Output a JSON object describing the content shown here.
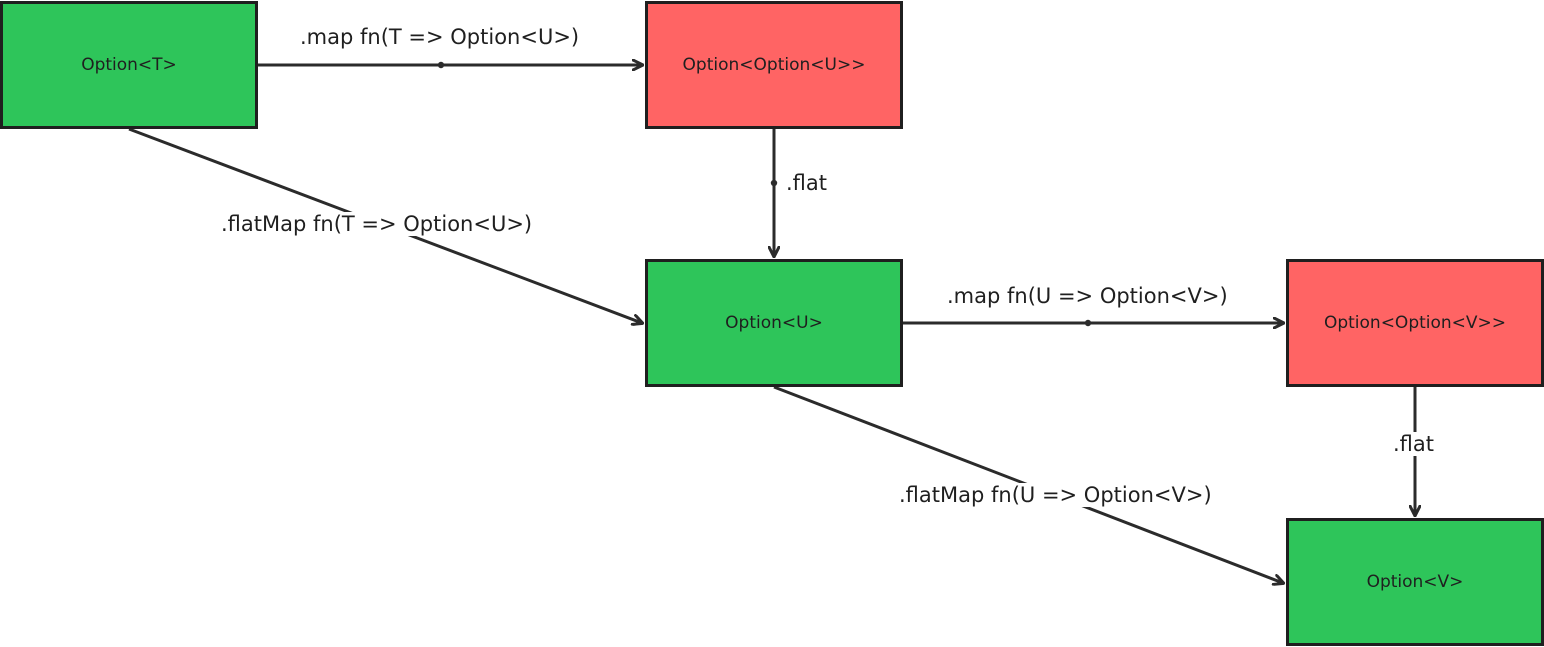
{
  "colors": {
    "valid_node": "#2ec55a",
    "nested_node": "#ff6464",
    "stroke": "#2b2b2b"
  },
  "nodes": {
    "option_t": "Option<T>",
    "option_option_u": "Option<Option<U>>",
    "option_u": "Option<U>",
    "option_option_v": "Option<Option<V>>",
    "option_v": "Option<V>"
  },
  "edges": {
    "map_t_to_u": ".map fn(T => Option<U>)",
    "flat_u": ".flat",
    "flatmap_t_to_u": ".flatMap fn(T => Option<U>)",
    "map_u_to_v": ".map fn(U => Option<V>)",
    "flat_v": ".flat",
    "flatmap_u_to_v": ".flatMap fn(U => Option<V>)"
  }
}
